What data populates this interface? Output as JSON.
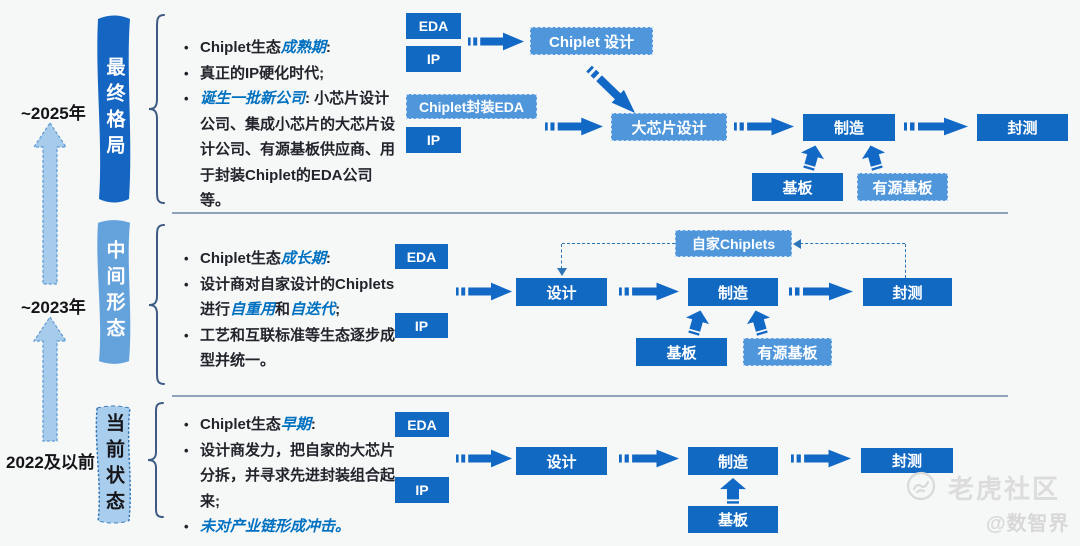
{
  "colors": {
    "dark_blue": "#1269c2",
    "medium_blue": "#4f96db",
    "light_blue": "#a9cdec",
    "highlight_blue": "#0070c0"
  },
  "timeline": {
    "top_label": "~2025年",
    "mid_label": "~2023年",
    "bottom_label": "2022及以前"
  },
  "sections": [
    {
      "banner": "最终格局",
      "bullets": [
        [
          {
            "t": "Chiplet生态"
          },
          {
            "t": "成熟期",
            "hl": 1
          },
          {
            "t": ":"
          }
        ],
        [
          {
            "t": "真正的IP硬化时代;"
          }
        ],
        [
          {
            "t": "诞生一批新公司",
            "hl": 1
          },
          {
            "t": ": 小芯片设计公司、集成小芯片的大芯片设计公司、有源基板供应商、用于封装Chiplet的EDA公司等。"
          }
        ]
      ]
    },
    {
      "banner": "中间形态",
      "bullets": [
        [
          {
            "t": "Chiplet生态"
          },
          {
            "t": "成长期",
            "hl": 1
          },
          {
            "t": ":"
          }
        ],
        [
          {
            "t": "设计商对自家设计的Chiplets进行"
          },
          {
            "t": "自重用",
            "hl": 1
          },
          {
            "t": "和"
          },
          {
            "t": "自迭代",
            "hl": 1
          },
          {
            "t": ";"
          }
        ],
        [
          {
            "t": "工艺和互联标准等生态逐步成型并统一。"
          }
        ]
      ]
    },
    {
      "banner": "当前状态",
      "bullets": [
        [
          {
            "t": "Chiplet生态"
          },
          {
            "t": "早期",
            "hl": 1
          },
          {
            "t": ":"
          }
        ],
        [
          {
            "t": "设计商发力，把自家的大芯片分拆，并寻求先进封装组合起来;"
          }
        ],
        [
          {
            "t": "未对产业链形成冲击。",
            "hl": 1
          }
        ]
      ]
    }
  ],
  "flows": {
    "top": {
      "eda": "EDA",
      "ip": "IP",
      "chiplet_design": "Chiplet 设计",
      "chiplet_pkg_eda": "Chiplet封装EDA",
      "ip2": "IP",
      "big_chip_design": "大芯片设计",
      "manufacture": "制造",
      "package_test": "封测",
      "substrate": "基板",
      "active_substrate": "有源基板"
    },
    "middle": {
      "eda": "EDA",
      "ip": "IP",
      "design": "设计",
      "own_chiplets": "自家Chiplets",
      "manufacture": "制造",
      "package_test": "封测",
      "substrate": "基板",
      "active_substrate": "有源基板"
    },
    "bottom": {
      "eda": "EDA",
      "ip": "IP",
      "design": "设计",
      "manufacture": "制造",
      "package_test": "封测",
      "substrate": "基板"
    }
  },
  "watermark": {
    "brand": "老虎社区",
    "handle": "@数智界"
  }
}
